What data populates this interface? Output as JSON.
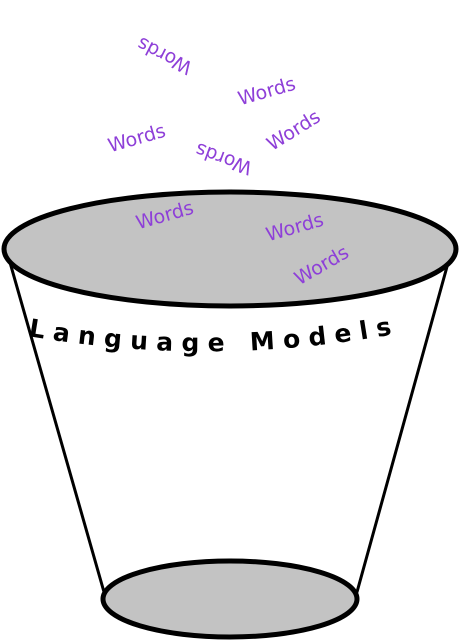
{
  "bucket": {
    "label": "Language Models",
    "rim_fill": "#c3c3c3",
    "stroke": "#000000",
    "label_color": "#000000"
  },
  "words": {
    "text": "Words",
    "color": "#8e3fd8",
    "items": [
      "Words",
      "Words",
      "Words",
      "Words",
      "Words",
      "Words",
      "Words",
      "Words"
    ]
  }
}
